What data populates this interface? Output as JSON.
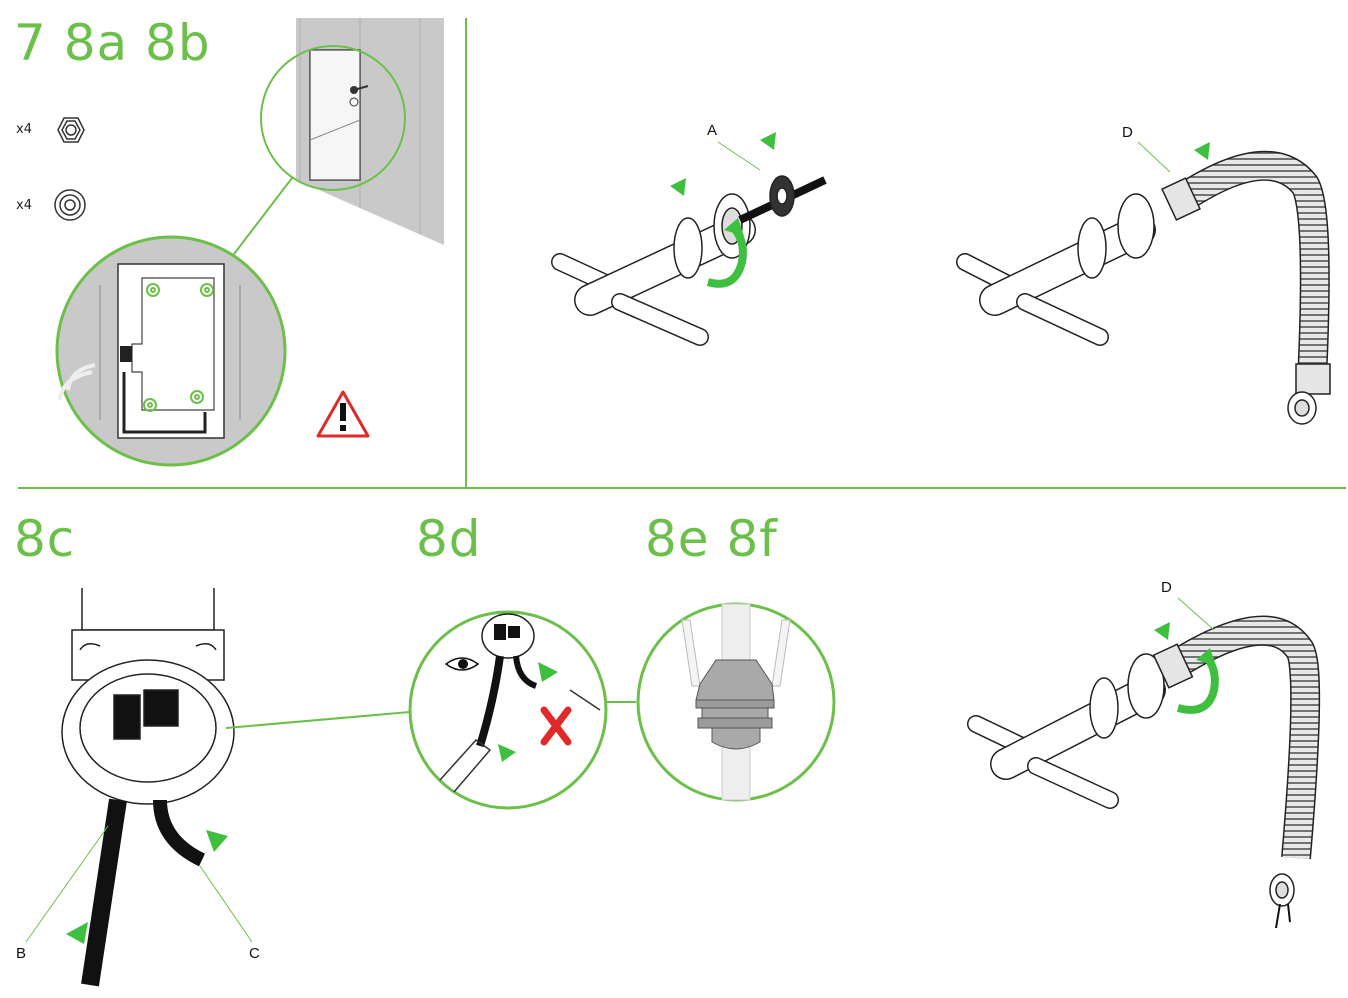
{
  "steps": {
    "top": "7 8a 8b",
    "c": "8c",
    "d": "8d",
    "ef": "8e 8f"
  },
  "parts": [
    {
      "qty": "x4",
      "icon": "hex-nut-icon"
    },
    {
      "qty": "x4",
      "icon": "washer-icon"
    }
  ],
  "callouts": {
    "a": "A",
    "d_top": "D",
    "d_bottom": "D",
    "b": "B",
    "c": "C"
  },
  "colors": {
    "accent": "#6cc04a",
    "warning": "#e02a2a",
    "line": "#222222",
    "panel": "#c9c9c9"
  }
}
